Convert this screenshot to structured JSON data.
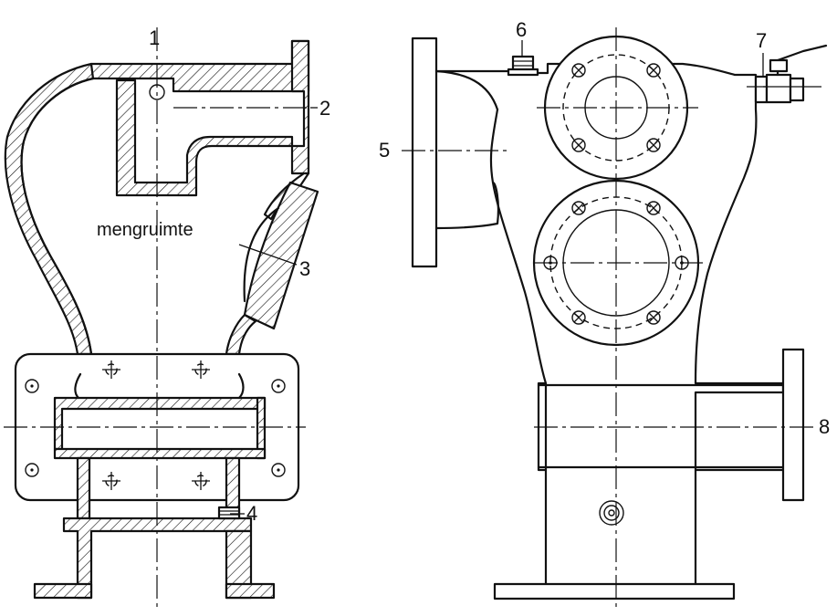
{
  "labels": {
    "n1": "1",
    "n2": "2",
    "n3": "3",
    "n4": "4",
    "n5": "5",
    "n6": "6",
    "n7": "7",
    "n8": "8"
  },
  "chamber_text": "mengruimte"
}
